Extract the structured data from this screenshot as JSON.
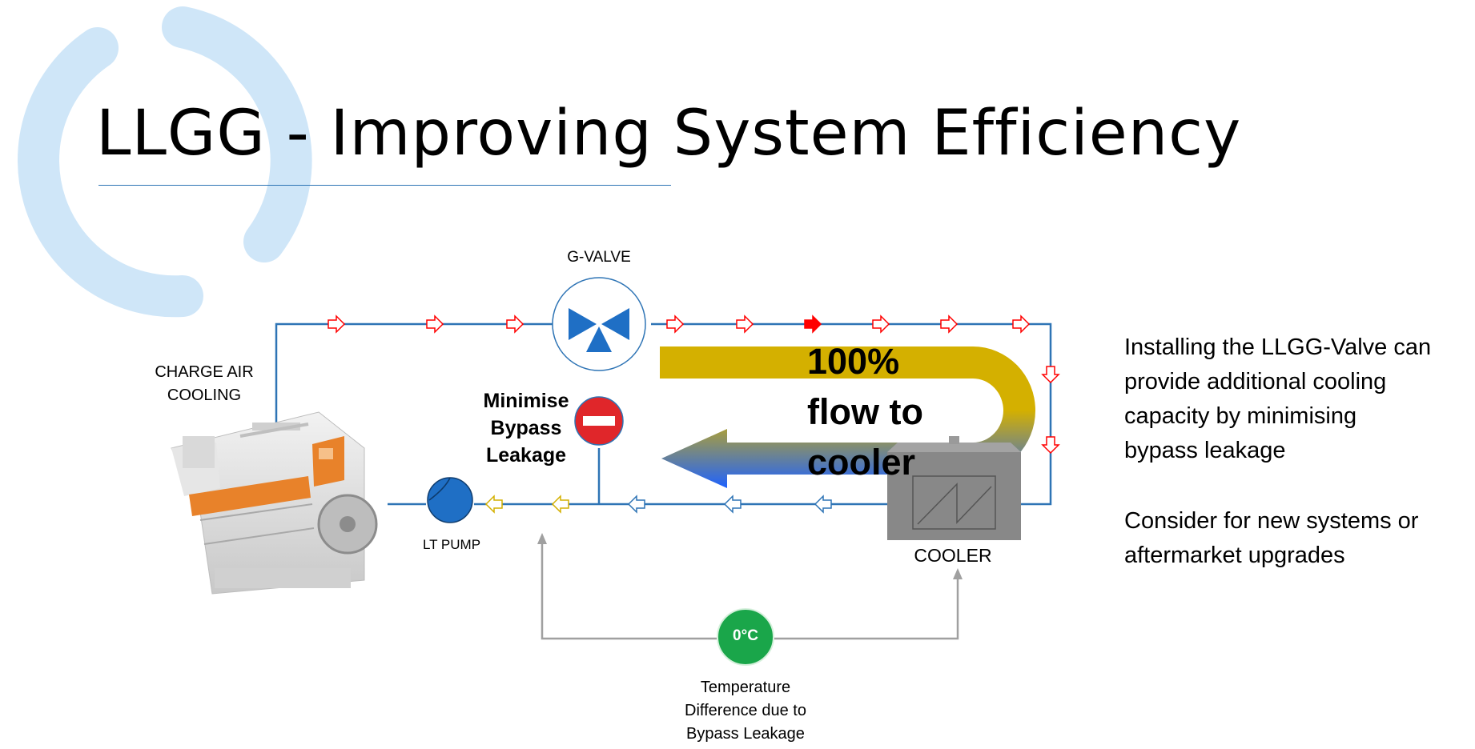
{
  "title": "LLGG - Improving System Efficiency",
  "labels": {
    "g_valve": "G-VALVE",
    "charge_air_cooling": [
      "CHARGE AIR",
      "COOLING"
    ],
    "lt_pump": "LT PUMP",
    "cooler": "COOLER",
    "minimise_bypass": [
      "Minimise",
      "Bypass",
      "Leakage"
    ],
    "flow_to_cooler": [
      "100%",
      "flow to",
      "cooler"
    ],
    "temperature_value": "0°C",
    "temperature_caption": [
      "Temperature",
      "Difference due to",
      "Bypass Leakage"
    ]
  },
  "side_text": {
    "paragraph_1": [
      "Installing the LLGG-Valve can",
      "provide additional cooling",
      "capacity by minimising",
      "bypass leakage"
    ],
    "paragraph_2": [
      "Consider for new systems or",
      "aftermarket upgrades"
    ]
  },
  "icons": {
    "g_valve": "three-way-valve-icon",
    "no_entry": "no-entry-icon",
    "pump": "pump-icon",
    "cooler": "cooler-icon",
    "engine": "engine-icon"
  },
  "colors": {
    "pipe": "#2e74b5",
    "flow_arrow_outline": "#ff0000",
    "yellow_arrow_outline": "#d4b000",
    "blue_arrow_outline": "#2e74b5",
    "pump_fill": "#1f6fc5",
    "no_entry": "#e0262a",
    "temperature_badge": "#1aa64a",
    "big_arrow_yellow": "#d4b000",
    "big_arrow_blue": "#1e62ff",
    "cooler_body": "#808080",
    "engine_accent": "#e8822a",
    "decorative_ring": "#cfe6f8"
  }
}
